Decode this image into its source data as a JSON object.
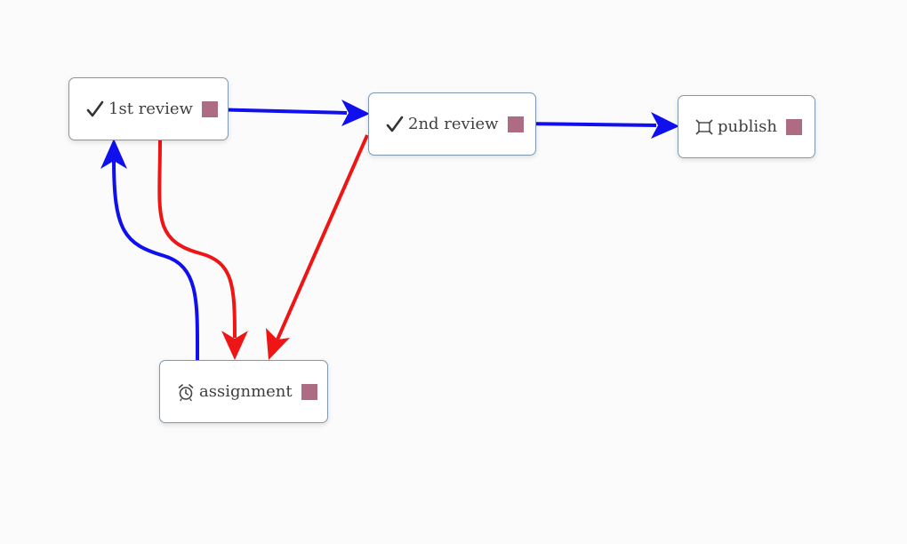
{
  "nodes": [
    {
      "id": "first",
      "label": "1st review",
      "icon": "check-icon"
    },
    {
      "id": "second",
      "label": "2nd review",
      "icon": "check-icon"
    },
    {
      "id": "publish",
      "label": "publish",
      "icon": "fullscreen-icon"
    },
    {
      "id": "assign",
      "label": "assignment",
      "icon": "alarm-clock-icon"
    }
  ],
  "edges": [
    {
      "from": "first",
      "to": "second",
      "color": "#1010ee"
    },
    {
      "from": "second",
      "to": "publish",
      "color": "#1010ee"
    },
    {
      "from": "assign",
      "to": "first",
      "color": "#1010ee"
    },
    {
      "from": "first",
      "to": "assign",
      "color": "#f01515"
    },
    {
      "from": "second",
      "to": "assign",
      "color": "#f01515"
    }
  ],
  "colors": {
    "handle": "#ad6b84",
    "node_border": "#7e98b2",
    "background": "#fbfbfc"
  }
}
